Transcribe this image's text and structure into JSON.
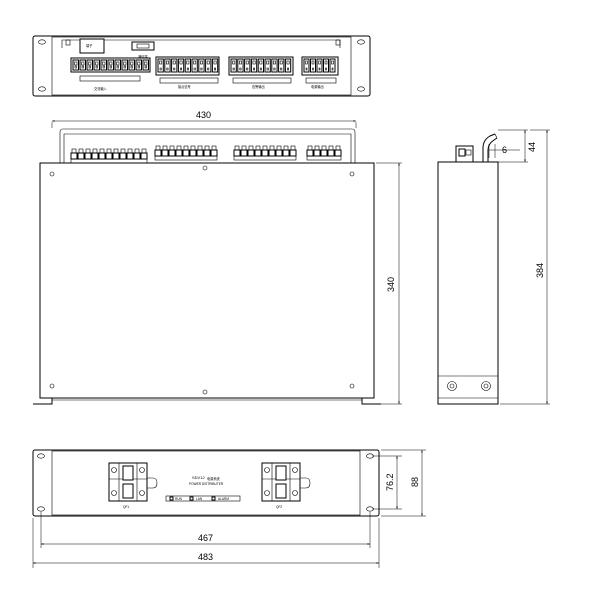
{
  "dimensions": {
    "top_width": "430",
    "front_height": "340",
    "side_bracket": "6",
    "side_top": "44",
    "side_height": "384",
    "bottom_inner_width": "467",
    "bottom_outer_width": "483",
    "bottom_inner_height": "76.2",
    "bottom_outer_height": "88"
  },
  "top_view": {
    "label_top_left": "端子",
    "label_top_right": "通信端",
    "group_labels": [
      "交流输入",
      "接点信号",
      "告警输出",
      "电源输出"
    ]
  },
  "rear_view": {
    "model": "SDV12",
    "model_suffix": "电源系统",
    "subtitle": "POWER DISTRIBUTER",
    "breaker_left": "QF1",
    "breaker_right": "QF2",
    "led_labels": [
      "RUN",
      "LAN",
      "ALARM"
    ]
  }
}
